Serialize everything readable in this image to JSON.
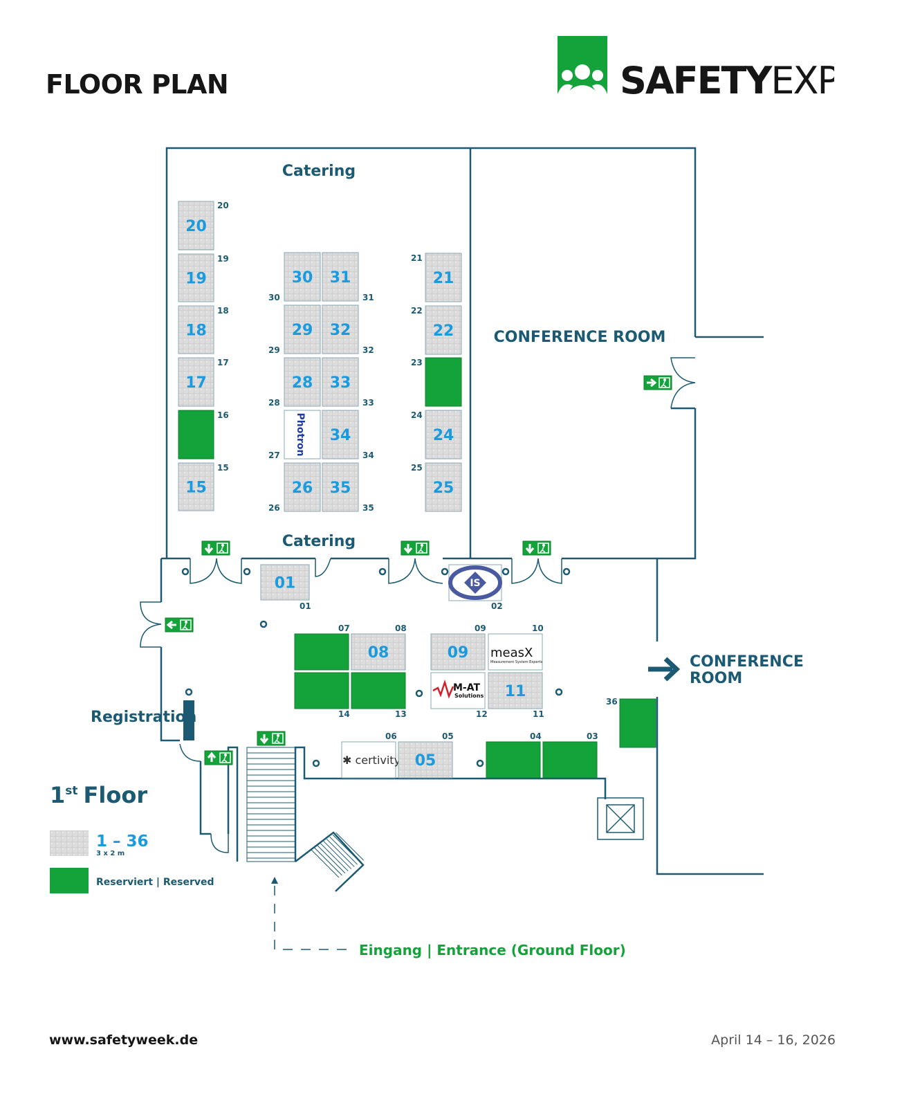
{
  "header": {
    "title": "FLOOR PLAN",
    "logo_text": "SAFETYEXPO",
    "logo_bold": "SAFETY",
    "logo_light": "EXPO"
  },
  "colors": {
    "wall": "#1b5a72",
    "booth_number": "#1a9be0",
    "reserved": "#14a33a",
    "available": "#d9d9d9",
    "entrance": "#14a33a"
  },
  "rooms": {
    "catering_top": "Catering",
    "catering_bottom": "Catering",
    "conference_room": "CONFERENCE ROOM",
    "conference_room_arrow_line1": "CONFERENCE",
    "conference_room_arrow_line2": "ROOM",
    "registration": "Registration"
  },
  "floor": {
    "number": "1",
    "suffix": "st",
    "word": "Floor"
  },
  "legend": {
    "available_range": "1 – 36",
    "available_size": "3 x 2 m",
    "reserved": "Reserviert | Reserved"
  },
  "entrance": "Eingang | Entrance (Ground Floor)",
  "booths": [
    {
      "id": "20",
      "status": "available"
    },
    {
      "id": "19",
      "status": "available"
    },
    {
      "id": "18",
      "status": "available"
    },
    {
      "id": "17",
      "status": "available"
    },
    {
      "id": "16",
      "status": "reserved"
    },
    {
      "id": "15",
      "status": "available"
    },
    {
      "id": "30",
      "status": "available"
    },
    {
      "id": "31",
      "status": "available"
    },
    {
      "id": "29",
      "status": "available"
    },
    {
      "id": "32",
      "status": "available"
    },
    {
      "id": "28",
      "status": "available"
    },
    {
      "id": "33",
      "status": "available"
    },
    {
      "id": "27",
      "status": "logo",
      "logo": "Photron"
    },
    {
      "id": "34",
      "status": "available"
    },
    {
      "id": "26",
      "status": "available"
    },
    {
      "id": "35",
      "status": "available"
    },
    {
      "id": "21",
      "status": "available"
    },
    {
      "id": "22",
      "status": "available"
    },
    {
      "id": "23",
      "status": "reserved"
    },
    {
      "id": "24",
      "status": "available"
    },
    {
      "id": "25",
      "status": "available"
    },
    {
      "id": "01",
      "status": "available"
    },
    {
      "id": "02",
      "status": "logo",
      "logo": "IS"
    },
    {
      "id": "07",
      "status": "reserved"
    },
    {
      "id": "08",
      "status": "available"
    },
    {
      "id": "14",
      "status": "reserved"
    },
    {
      "id": "13",
      "status": "reserved"
    },
    {
      "id": "09",
      "status": "available"
    },
    {
      "id": "10",
      "status": "logo",
      "logo": "measX",
      "logo_sub": "Measurement System Experts"
    },
    {
      "id": "12",
      "status": "logo",
      "logo": "M-AT",
      "logo_sub": "Solutions"
    },
    {
      "id": "11",
      "status": "available"
    },
    {
      "id": "06",
      "status": "logo",
      "logo": "certivity"
    },
    {
      "id": "05",
      "status": "available"
    },
    {
      "id": "04",
      "status": "reserved"
    },
    {
      "id": "03",
      "status": "reserved"
    },
    {
      "id": "36",
      "status": "reserved"
    }
  ],
  "footer": {
    "url": "www.safetyweek.de",
    "date": "April 14 – 16, 2026"
  }
}
